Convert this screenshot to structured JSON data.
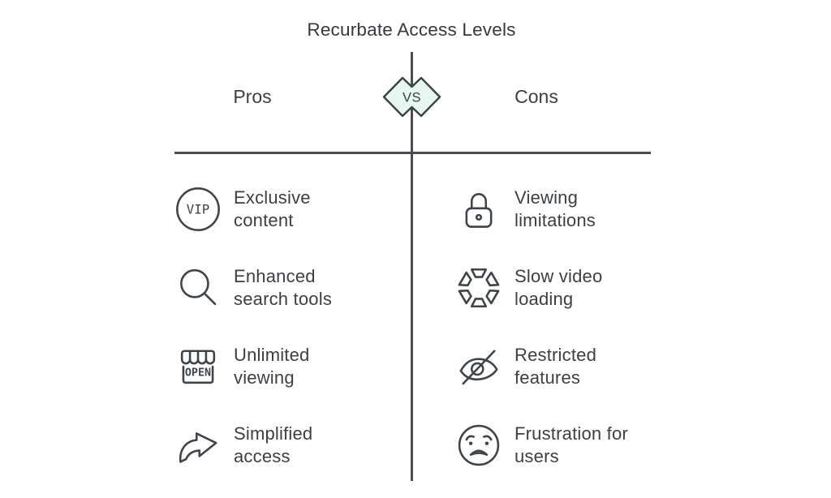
{
  "title": "Recurbate Access Levels",
  "vs_badge": {
    "label": "VS",
    "fill": "#e7f6ee",
    "stroke": "#3a4145"
  },
  "columns": {
    "pros": {
      "header": "Pros",
      "items": [
        {
          "icon": "vip-badge-icon",
          "icon_text": "VIP",
          "label": "Exclusive\ncontent"
        },
        {
          "icon": "magnifier-icon",
          "label": "Enhanced\nsearch tools"
        },
        {
          "icon": "storefront-open-icon",
          "icon_text": "OPEN",
          "label": "Unlimited\nviewing"
        },
        {
          "icon": "curved-arrow-icon",
          "label": "Simplified\naccess"
        }
      ]
    },
    "cons": {
      "header": "Cons",
      "items": [
        {
          "icon": "padlock-icon",
          "label": "Viewing\nlimitations"
        },
        {
          "icon": "loading-spinner-icon",
          "label": "Slow video\nloading"
        },
        {
          "icon": "eye-slash-icon",
          "label": "Restricted\nfeatures"
        },
        {
          "icon": "frustrated-face-icon",
          "label": "Frustration for\nusers"
        }
      ]
    }
  },
  "colors": {
    "text": "#3c4043",
    "divider_line": "#4b4e51",
    "icon_stroke": "#3f4448",
    "vs_fill": "#e7f6ee"
  }
}
